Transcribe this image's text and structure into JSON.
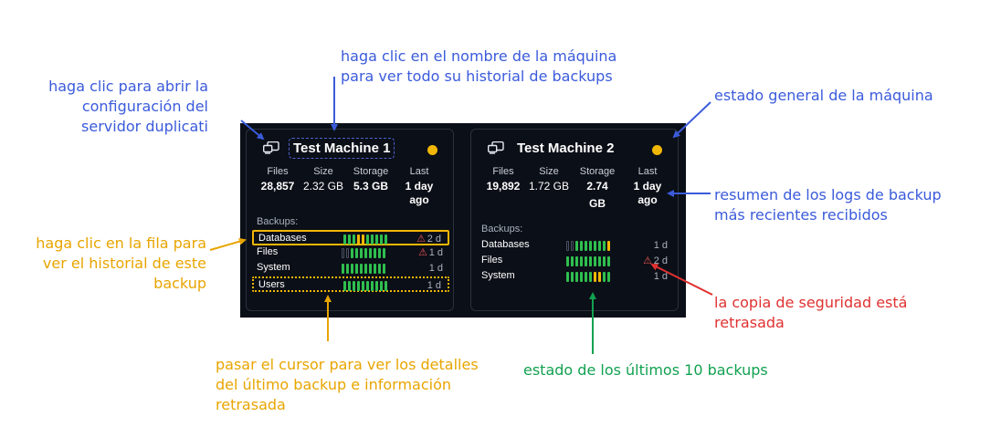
{
  "annotations": {
    "config_link": [
      "haga clic para abrir la",
      "configuración del",
      "servidor duplicati"
    ],
    "machine_name": [
      "haga clic en el nombre de la máquina",
      "para ver todo su historial de backups"
    ],
    "machine_status": "estado general de la máquina",
    "row_click": [
      "haga clic en la fila para",
      "ver el historial de este",
      "backup"
    ],
    "log_summary": [
      "resumen de los logs de backup",
      "más recientes recibidos"
    ],
    "delayed": [
      "la copia de seguridad está",
      "retrasada"
    ],
    "hover": [
      "pasar el cursor para ver los detalles",
      "del último backup e información",
      "retrasada"
    ],
    "last10": "estado de los últimos 10 backups"
  },
  "colors": {
    "annotation_blue": "#3b5bdb",
    "annotation_yellow": "#e8a500",
    "annotation_green": "#12a150",
    "annotation_red": "#e03131",
    "panel_bg": "#0b0f17",
    "status_dot": "#f2b705",
    "bar_ok": "#2fbf4f",
    "bar_warn": "#f2b705"
  },
  "stat_labels": {
    "files": "Files",
    "size": "Size",
    "storage": "Storage",
    "last": "Last"
  },
  "backups_label": "Backups:",
  "machines": [
    {
      "name": "Test Machine 1",
      "icon": "machine-icon",
      "files": "28,857",
      "size": "2.32 GB",
      "storage": "5.3 GB",
      "last": [
        "1 day",
        "ago"
      ],
      "backups": [
        {
          "name": "Databases",
          "bars": [
            "g",
            "g",
            "g",
            "y",
            "y",
            "g",
            "g",
            "g",
            "g",
            "g"
          ],
          "warn": "⚠",
          "age": "2 d"
        },
        {
          "name": "Files",
          "bars": [
            "e",
            "e",
            "g",
            "g",
            "g",
            "g",
            "g",
            "g",
            "g",
            "g"
          ],
          "warn": "⚠",
          "age": "1 d"
        },
        {
          "name": "System",
          "bars": [
            "g",
            "g",
            "g",
            "g",
            "g",
            "g",
            "g",
            "g",
            "g",
            "g"
          ],
          "warn": "",
          "age": "1 d"
        },
        {
          "name": "Users",
          "bars": [
            "g",
            "g",
            "g",
            "g",
            "g",
            "g",
            "g",
            "g",
            "g",
            "g"
          ],
          "warn": "",
          "age": "1 d"
        }
      ]
    },
    {
      "name": "Test Machine 2",
      "icon": "machine-icon",
      "files": "19,892",
      "size": "1.72 GB",
      "storage": [
        "2.74",
        "GB"
      ],
      "last": [
        "1 day",
        "ago"
      ],
      "backups": [
        {
          "name": "Databases",
          "bars": [
            "e",
            "e",
            "g",
            "g",
            "g",
            "g",
            "g",
            "g",
            "g",
            "y"
          ],
          "warn": "",
          "age": "1 d"
        },
        {
          "name": "Files",
          "bars": [
            "g",
            "g",
            "g",
            "g",
            "g",
            "g",
            "g",
            "g",
            "g",
            "g"
          ],
          "warn": "⚠",
          "age": "2 d"
        },
        {
          "name": "System",
          "bars": [
            "g",
            "g",
            "g",
            "g",
            "g",
            "g",
            "y",
            "y",
            "g",
            "g"
          ],
          "warn": "",
          "age": "1 d"
        }
      ]
    }
  ]
}
